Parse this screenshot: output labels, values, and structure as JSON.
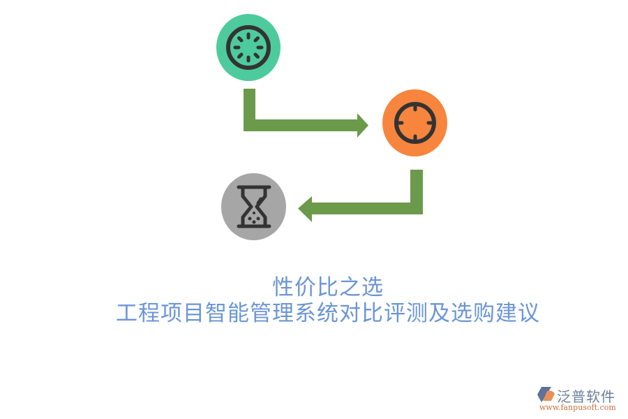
{
  "diagram": {
    "nodes": [
      {
        "id": "start",
        "icon": "loading-spinner-icon",
        "color": "#4ecb9c"
      },
      {
        "id": "target",
        "icon": "crosshair-target-icon",
        "color": "#f7853d"
      },
      {
        "id": "end",
        "icon": "hourglass-icon",
        "color": "#a6a6a6"
      }
    ],
    "edges": [
      {
        "from": "start",
        "to": "target",
        "color": "#6b9a4a"
      },
      {
        "from": "target",
        "to": "end",
        "color": "#6b9a4a"
      }
    ],
    "icon_stroke_color": "#333333"
  },
  "title": {
    "line1": "性价比之选",
    "line2": "工程项目智能管理系统对比评测及选购建议",
    "color": "#6b95d6"
  },
  "logo": {
    "name": "泛普软件",
    "url": "www.fanpusoft.com"
  }
}
